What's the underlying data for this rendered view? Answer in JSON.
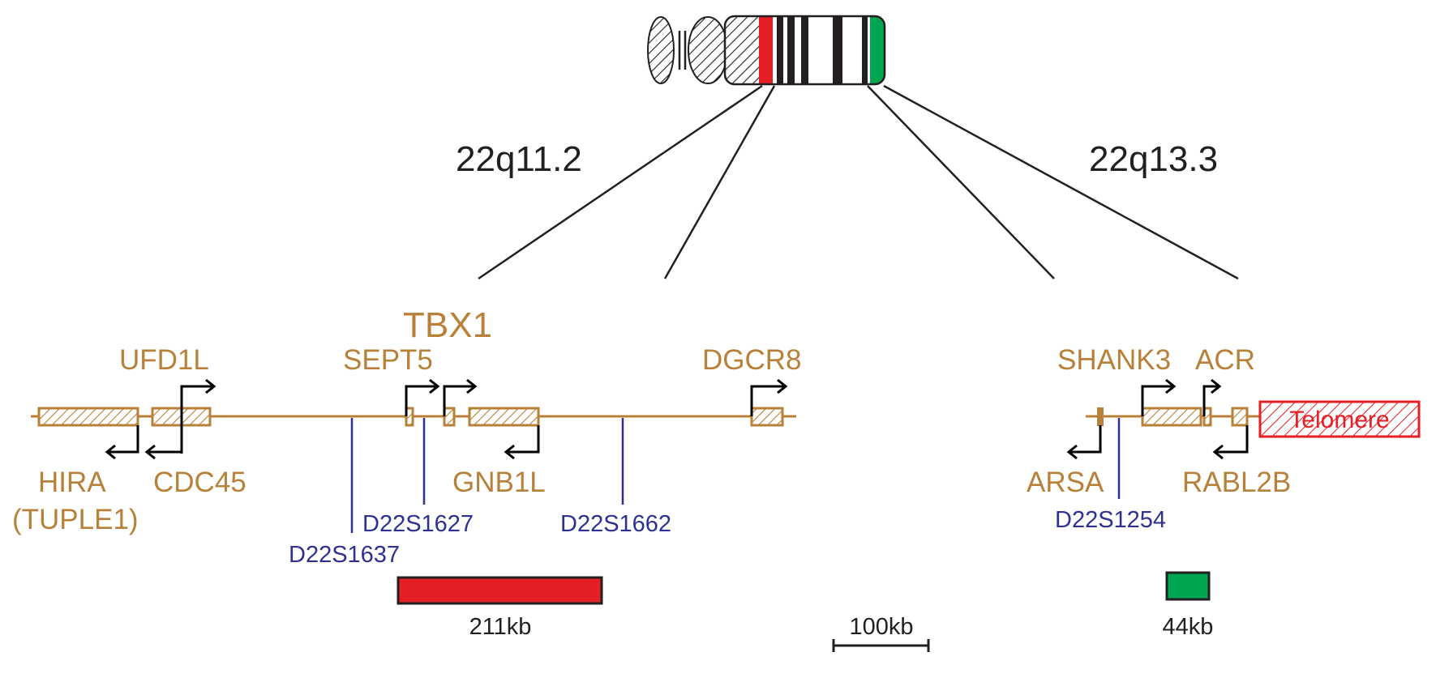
{
  "colors": {
    "gene": "#b8813a",
    "marker": "#2e3192",
    "region_22q11": "#e41f26",
    "region_22q13": "#00a651",
    "telomere": "#e41f26",
    "text": "#231f20"
  },
  "bands": {
    "left": "22q11.2",
    "right": "22q13.3"
  },
  "left_region": {
    "title": "TBX1",
    "genes": {
      "ufd1l": "UFD1L",
      "sept5": "SEPT5",
      "dgcr8": "DGCR8",
      "hira": "HIRA",
      "tuple1": "(TUPLE1)",
      "cdc45": "CDC45",
      "gnb1l": "GNB1L"
    },
    "markers": {
      "d22s1637": "D22S1637",
      "d22s1627": "D22S1627",
      "d22s1662": "D22S1662"
    },
    "deletion_size": "211kb"
  },
  "right_region": {
    "genes": {
      "shank3": "SHANK3",
      "acr": "ACR",
      "arsa": "ARSA",
      "rabl2b": "RABL2B"
    },
    "markers": {
      "d22s1254": "D22S1254"
    },
    "telomere": "Telomere",
    "deletion_size": "44kb"
  },
  "scale_bar": "100kb"
}
